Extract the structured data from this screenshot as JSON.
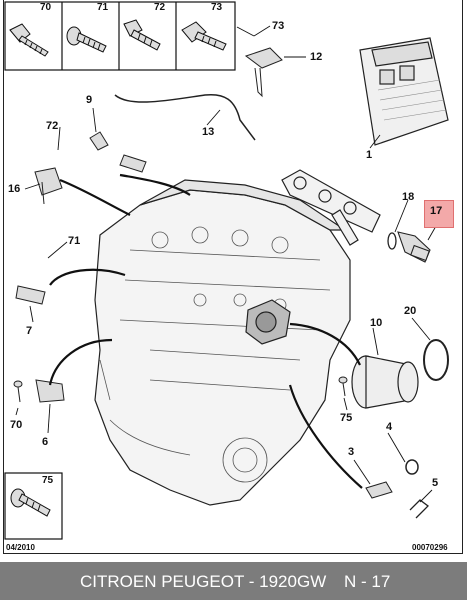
{
  "parts_top": [
    "70",
    "71",
    "72",
    "73"
  ],
  "part_75_box": "75",
  "callouts": {
    "c73": "73",
    "c12": "12",
    "c9": "9",
    "c13": "13",
    "c1": "1",
    "c72": "72",
    "c16": "16",
    "c18": "18",
    "c17": "17",
    "c71": "71",
    "c7": "7",
    "c10": "10",
    "c20": "20",
    "c70": "70",
    "c6": "6",
    "c75": "75",
    "c4": "4",
    "c3": "3",
    "c5": "5"
  },
  "footer": {
    "date": "04/2010",
    "ref": "00070296"
  },
  "caption": {
    "title": "CITROEN PEUGEOT - 1920GW",
    "code": "N - 17"
  },
  "highlight_color": "#f3a9a9"
}
